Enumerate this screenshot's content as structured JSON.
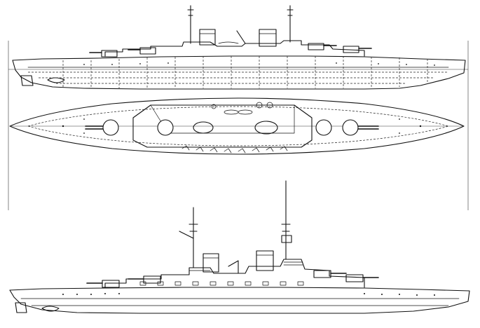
{
  "drawing": {
    "colors": {
      "ink": "#111111",
      "paper": "#ffffff"
    },
    "views": [
      {
        "name": "inboard-profile"
      },
      {
        "name": "deck-plan"
      },
      {
        "name": "outboard-profile"
      }
    ]
  }
}
